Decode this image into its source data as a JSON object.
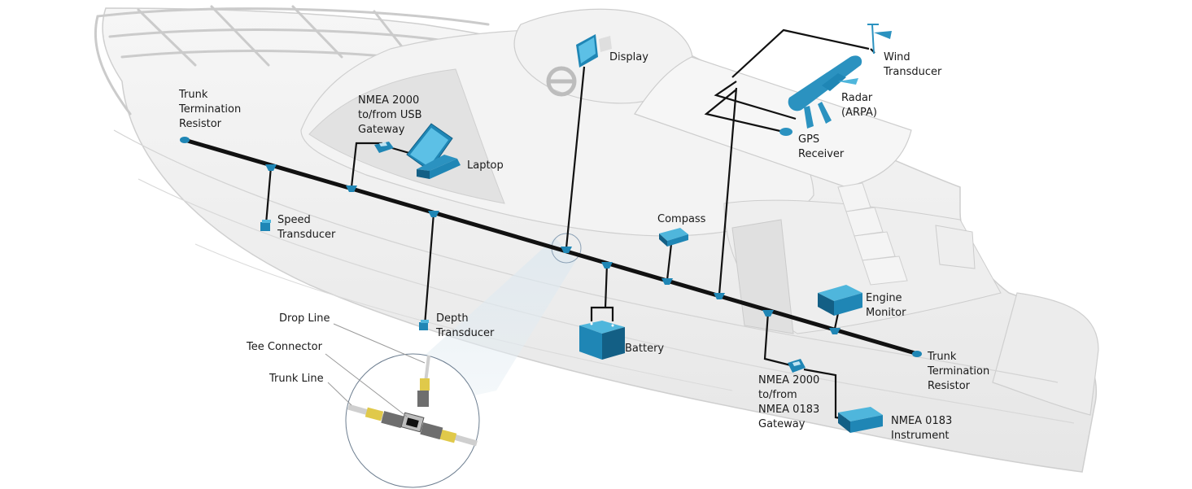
{
  "title": "NMEA 2000 Network Diagram",
  "colors": {
    "device": "#1f86b5",
    "device_light": "#4fb6dc",
    "device_dark": "#135f85",
    "trunk": "#111111",
    "hull": "#f0f0f0",
    "hull_stroke": "#c8c8c8",
    "connector_gold": "#e0c94a",
    "connector_gray": "#6e6e6e"
  },
  "labels": {
    "trunk_resistor_left": "Trunk\nTermination\nResistor",
    "usb_gateway": "NMEA 2000\nto/from USB\nGateway",
    "laptop": "Laptop",
    "display": "Display",
    "wind_transducer": "Wind\nTransducer",
    "radar": "Radar\n(ARPA)",
    "gps_receiver": "GPS\nReceiver",
    "speed_transducer": "Speed\nTransducer",
    "compass": "Compass",
    "engine_monitor": "Engine\nMonitor",
    "depth_transducer": "Depth\nTransducer",
    "battery": "Battery",
    "trunk_resistor_right": "Trunk\nTermination\nResistor",
    "nmea0183_gateway": "NMEA 2000\nto/from\nNMEA 0183\nGateway",
    "nmea0183_instrument": "NMEA 0183\nInstrument",
    "drop_line": "Drop Line",
    "tee_connector": "Tee Connector",
    "trunk_line": "Trunk Line"
  },
  "components": [
    {
      "id": "trunk-resistor-left",
      "type": "Trunk Termination Resistor"
    },
    {
      "id": "speed-transducer",
      "type": "Speed Transducer"
    },
    {
      "id": "usb-gateway",
      "type": "NMEA 2000 to/from USB Gateway"
    },
    {
      "id": "laptop",
      "type": "Laptop"
    },
    {
      "id": "depth-transducer",
      "type": "Depth Transducer"
    },
    {
      "id": "display",
      "type": "Display"
    },
    {
      "id": "battery",
      "type": "Battery"
    },
    {
      "id": "compass",
      "type": "Compass"
    },
    {
      "id": "radar",
      "type": "Radar (ARPA)"
    },
    {
      "id": "gps-receiver",
      "type": "GPS Receiver"
    },
    {
      "id": "wind-transducer",
      "type": "Wind Transducer"
    },
    {
      "id": "nmea0183-gateway",
      "type": "NMEA 2000 to/from NMEA 0183 Gateway"
    },
    {
      "id": "nmea0183-instrument",
      "type": "NMEA 0183 Instrument"
    },
    {
      "id": "engine-monitor",
      "type": "Engine Monitor"
    },
    {
      "id": "trunk-resistor-right",
      "type": "Trunk Termination Resistor"
    }
  ]
}
